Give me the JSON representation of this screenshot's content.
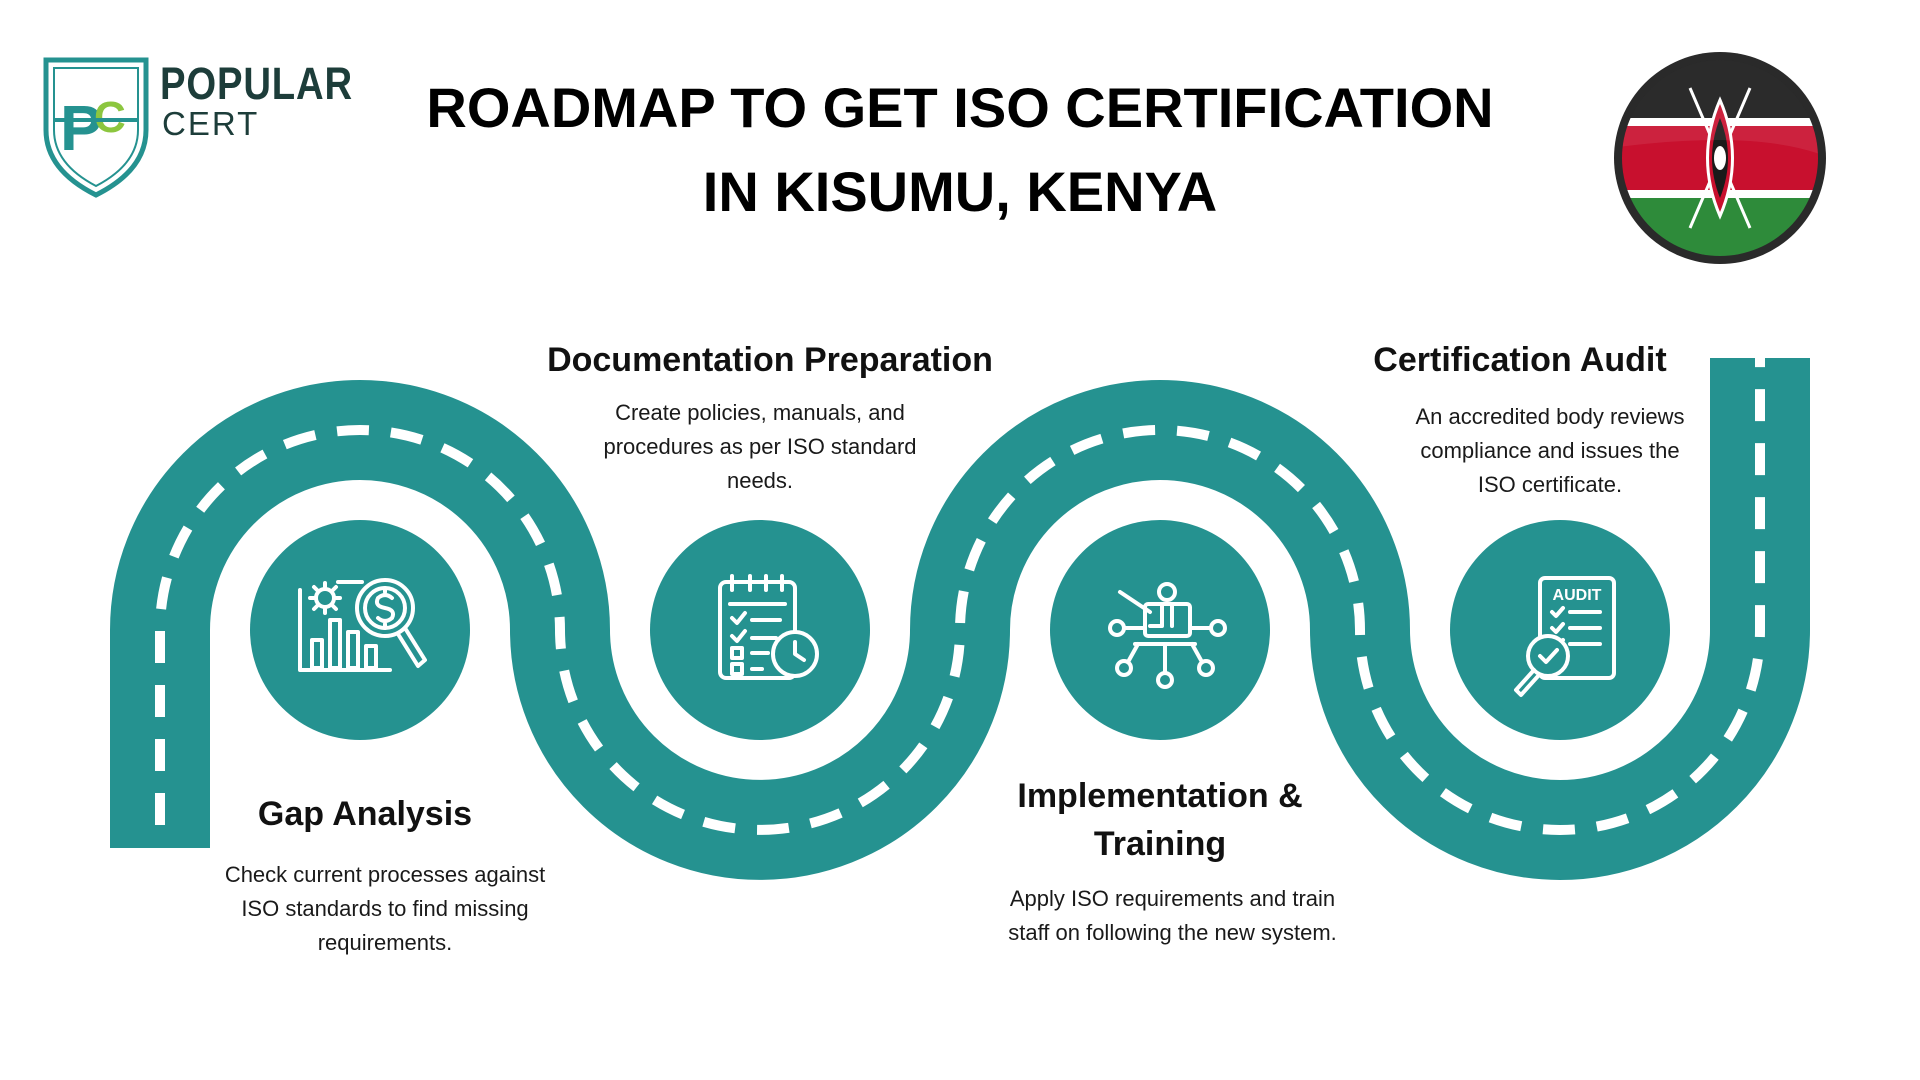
{
  "brand": {
    "name_line1": "POPULAR",
    "name_line2": "CERT",
    "monogram_p": "P",
    "monogram_c": "C"
  },
  "title": {
    "line1": "ROADMAP TO GET ISO CERTIFICATION",
    "line2": "IN KISUMU, KENYA"
  },
  "steps": [
    {
      "title": "Gap Analysis",
      "description": "Check current processes against ISO standards to find missing requirements.",
      "icon": "magnifier-dollar-chart-icon"
    },
    {
      "title": "Documentation Preparation",
      "description": "Create policies, manuals, and procedures as per ISO standard needs.",
      "icon": "clipboard-checklist-clock-icon"
    },
    {
      "title": "Implementation &",
      "title_line2": "Training",
      "description": "Apply ISO requirements and train staff on following the new system.",
      "icon": "trainer-network-icon"
    },
    {
      "title": "Certification Audit",
      "description": "An accredited body reviews compliance and issues the ISO certificate.",
      "icon": "audit-document-magnifier-icon",
      "icon_text": "AUDIT"
    }
  ],
  "colors": {
    "road": "#259290",
    "dash": "#ffffff",
    "brand_dark": "#1d3d3a",
    "brand_teal": "#259290",
    "brand_green": "#8cc63f",
    "flag_black": "#1a1a1a",
    "flag_red": "#c8102e",
    "flag_green": "#2e8b3a"
  }
}
